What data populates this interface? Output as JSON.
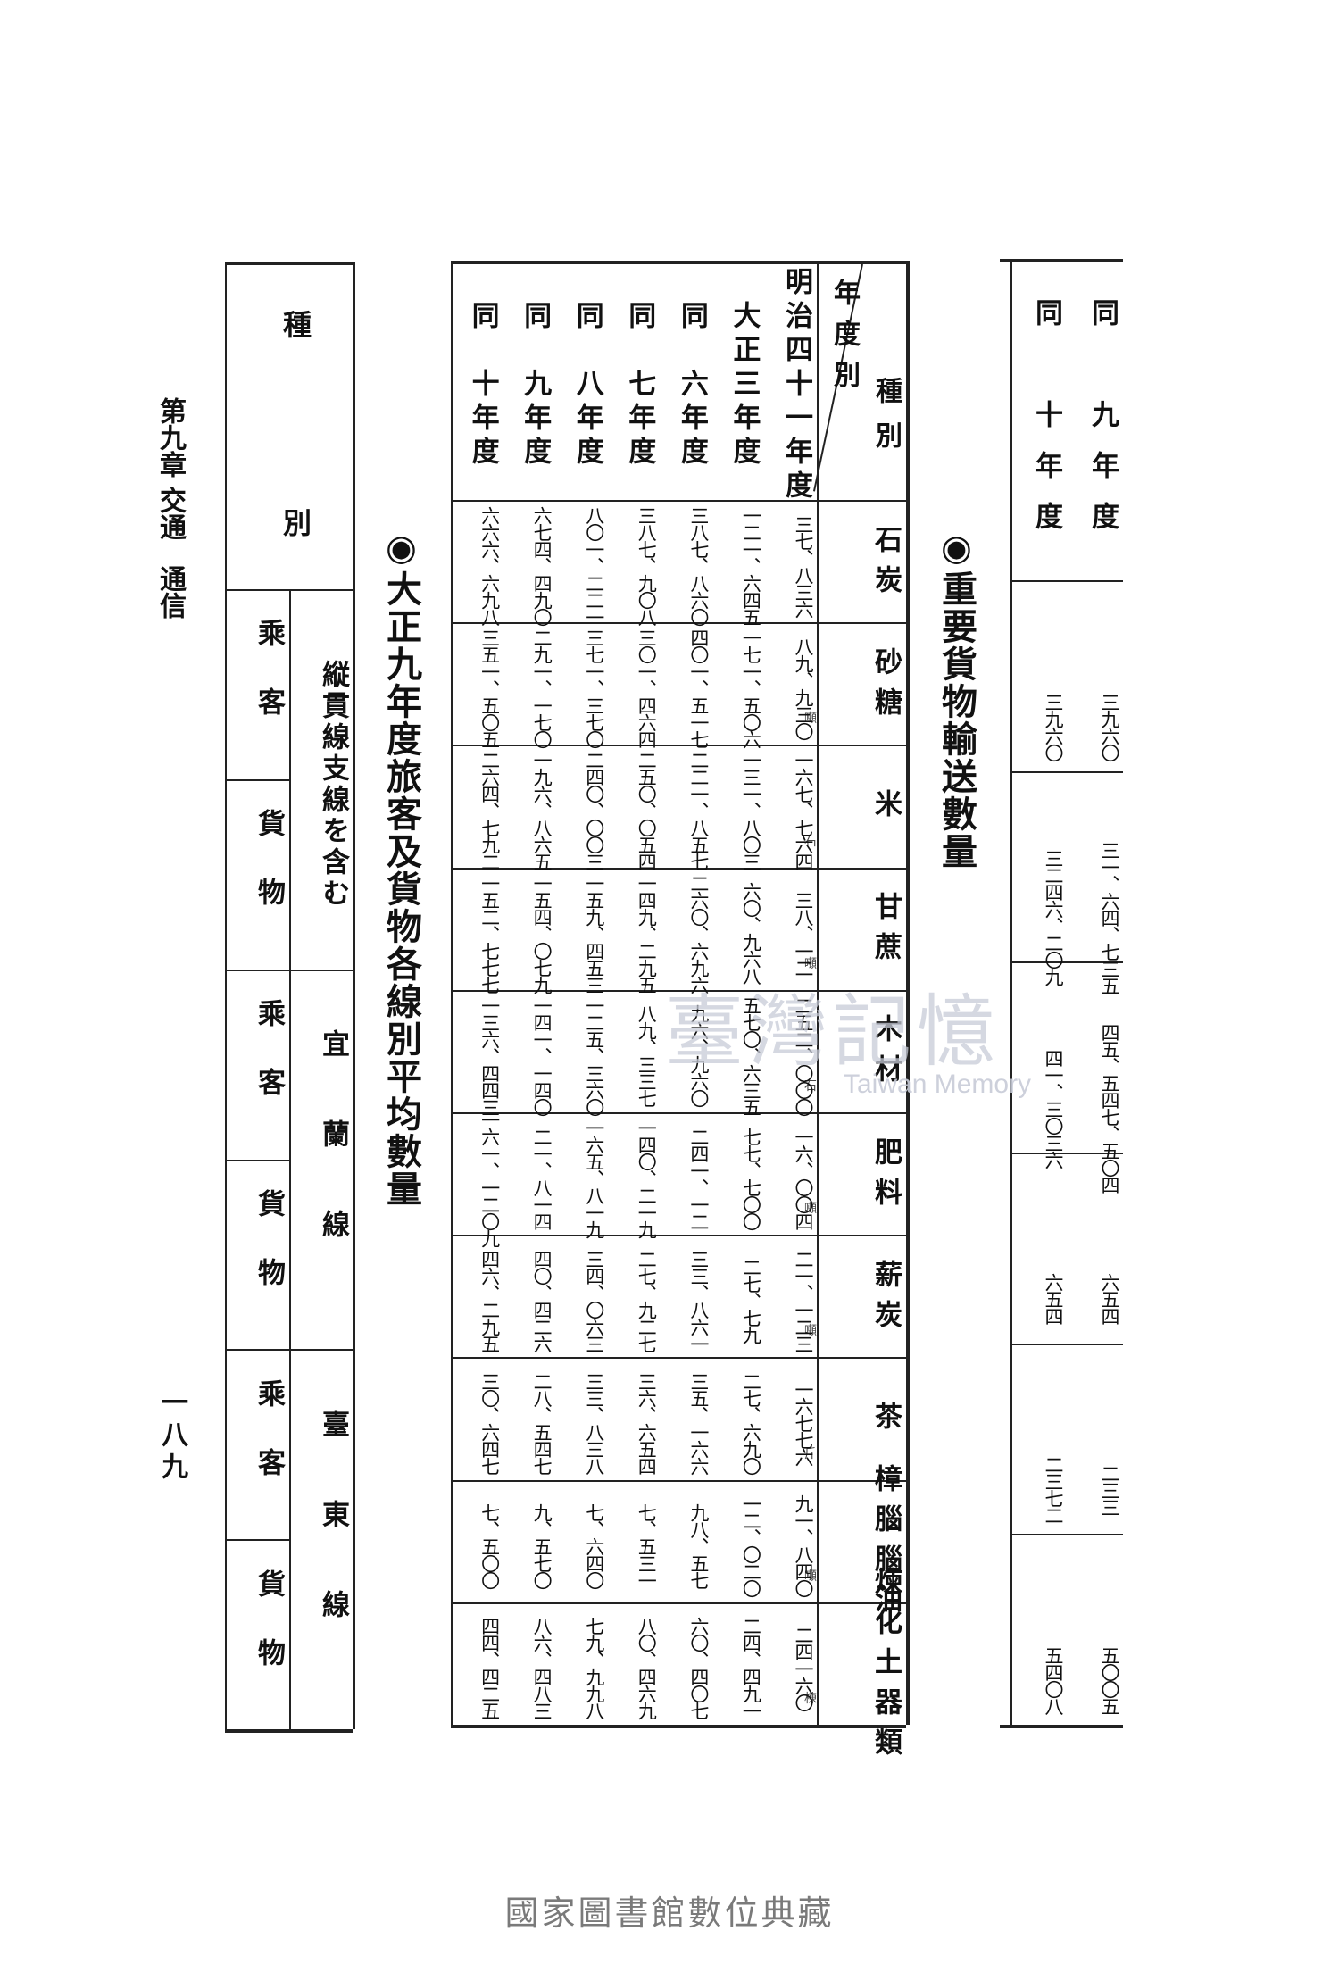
{
  "header": {
    "chapter": "第九章",
    "chapter_sub": "交通",
    "section": "通信",
    "page_number": "一八九"
  },
  "prev_table": {
    "years": [
      "同　九年度",
      "同　十年度"
    ],
    "values": [
      [
        "三九六〇",
        "三九六〇"
      ],
      [
        "三一、六四、七三五",
        "三二四六、二〇九"
      ],
      [
        "四五、五四七、五〇四",
        "四一、三〇三六"
      ],
      [
        "六五四",
        "六五四"
      ],
      [
        "二三三",
        "二三七二"
      ],
      [
        "五〇〇五",
        "五四〇八"
      ]
    ]
  },
  "cargo_table": {
    "title": "◉重要貨物輸送數量",
    "header_year": "年度別",
    "header_kind": "種別",
    "categories": [
      "石炭",
      "砂糖",
      "米",
      "甘蔗",
      "木材",
      "肥料",
      "薪炭",
      "茶",
      "樟腦腦油",
      "煉化土器類"
    ],
    "category_units": [
      "",
      "噸",
      "石",
      "噸",
      "石",
      "噸",
      "噸",
      "斤",
      "噸",
      "棟"
    ],
    "years": [
      "明治四十一年度",
      "大正三年度",
      "同　六年度",
      "同　七年度",
      "同　八年度",
      "同　九年度",
      "同　十年度"
    ],
    "values": [
      [
        "三七、八三六",
        "八九、九三〇",
        "一六七、七六四",
        "三八、一二",
        "二五二、〇〇〇",
        "一六、〇〇四",
        "二一、一二三",
        "一六七七六",
        "九一、八四〇",
        "二四一六〇"
      ],
      [
        "一二一、六四五",
        "一七一、五〇六",
        "一三一、八〇三",
        "六〇、九六八",
        "五七〇、六三五",
        "七七、七〇〇",
        "二七、七九",
        "二七、六九〇",
        "一二、〇二〇",
        "二四、四九一"
      ],
      [
        "三八七、八六〇",
        "四〇一、五一七",
        "二二一、八五七",
        "二六〇、六九六",
        "九六、九六〇",
        "二四一、一二",
        "三三、八六一",
        "三五、一六六",
        "九八、五七",
        "六〇、四〇七"
      ],
      [
        "三八七、九〇八",
        "三〇一、四六四",
        "二五〇、〇五四",
        "一四九、二九五",
        "八九、三三七",
        "一四〇、二一九",
        "二七、九二七",
        "三六、六五四",
        "七、五三一",
        "八〇、四六九"
      ],
      [
        "八〇一、二二一",
        "三七一、三七〇",
        "二四〇、〇〇三",
        "一五九、四五三",
        "一二五、三六〇",
        "一六五、八一九",
        "三四、〇六三",
        "三三、八三八",
        "七、六四〇",
        "七九、九九八"
      ],
      [
        "六七四、四九〇",
        "二九一、一七〇",
        "一九六、八六五",
        "一五四、〇七九",
        "一四一、一四〇",
        "二一、八一四",
        "四〇、四二六",
        "二八、五四七",
        "九、五七〇",
        "八六、四八三"
      ],
      [
        "六六六、六九八",
        "三五一、五〇五",
        "二六四、七九二",
        "一五二、七七七",
        "一三六、四四三",
        "一六一、一二〇九",
        "四六、二九五",
        "三〇、六四七",
        "七、五〇〇",
        "四四、四二五"
      ]
    ]
  },
  "passenger_table": {
    "title": "◉大正九年度旅客及貨物各線別平均數量",
    "header_kind": "種別",
    "lines": [
      {
        "name": "縦貫線支線を含む",
        "items": [
          "乘客",
          "貨物"
        ]
      },
      {
        "name": "宜蘭線",
        "items": [
          "乘客",
          "貨物"
        ]
      },
      {
        "name": "臺東線",
        "items": [
          "乘客",
          "貨物"
        ]
      }
    ]
  },
  "watermark": {
    "cn": "臺灣記憶",
    "en": "Taiwan Memory"
  },
  "footer": {
    "library": "國家圖書館數位典藏"
  }
}
